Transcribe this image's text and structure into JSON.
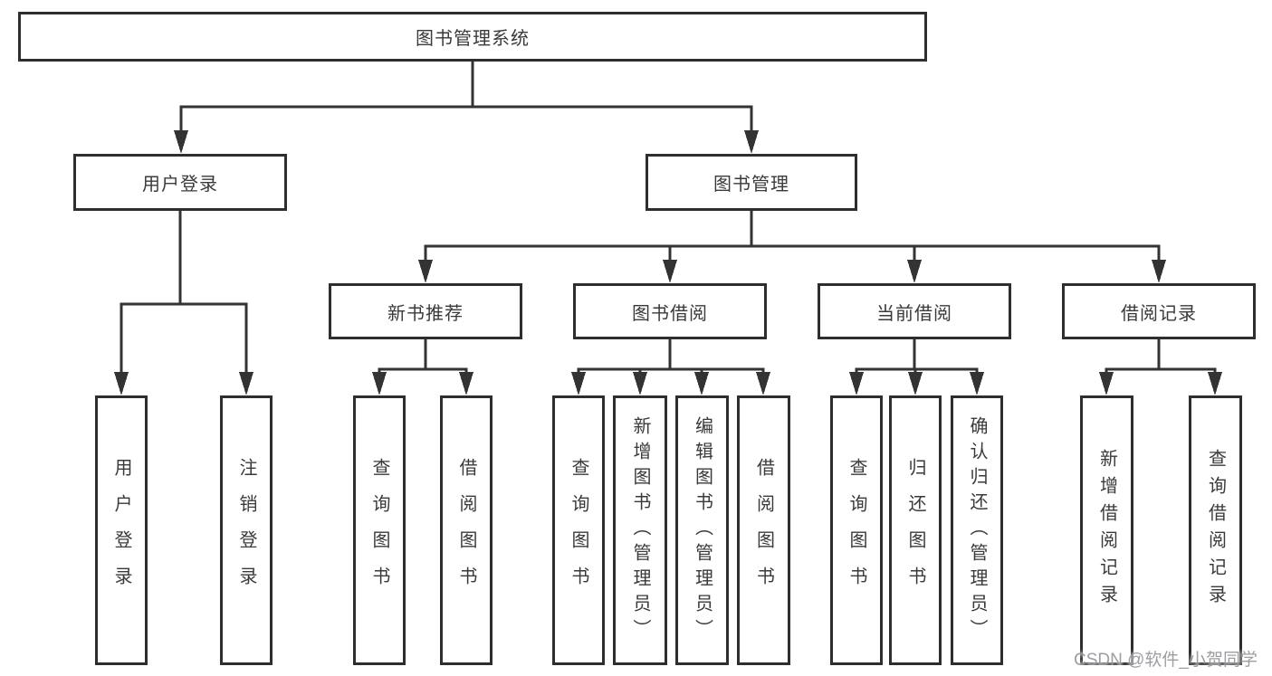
{
  "title": "图书管理系统",
  "watermark": "CSDN @软件_小贺同学",
  "nodes": {
    "root": "图书管理系统",
    "user_login": "用户登录",
    "book_management": "图书管理",
    "new_book_recommendation": "新书推荐",
    "book_borrowing": "图书借阅",
    "current_borrowing": "当前借阅",
    "borrowing_records": "借阅记录",
    "user_login_leaf": "用户登录",
    "logout_leaf": "注销登录",
    "query_books_recommend": "查询图书",
    "borrow_books_recommend": "借阅图书",
    "query_books_borrowing": "查询图书",
    "add_books_admin": "新增图书（管理员）",
    "edit_books_admin": "编辑图书（管理员）",
    "borrow_books_borrowing": "借阅图书",
    "query_books_current": "查询图书",
    "return_books": "归还图书",
    "confirm_return_admin": "确认归还（管理员）",
    "add_borrowing_record": "新增借阅记录",
    "query_borrowing_record": "查询借阅记录"
  },
  "hierarchy": {
    "图书管理系统": {
      "用户登录": [
        "用户登录",
        "注销登录"
      ],
      "图书管理": {
        "新书推荐": [
          "查询图书",
          "借阅图书"
        ],
        "图书借阅": [
          "查询图书",
          "新增图书（管理员）",
          "编辑图书（管理员）",
          "借阅图书"
        ],
        "当前借阅": [
          "查询图书",
          "归还图书",
          "确认归还（管理员）"
        ],
        "借阅记录": [
          "新增借阅记录",
          "查询借阅记录"
        ]
      }
    }
  },
  "colors": {
    "line": "#333333",
    "border": "#2e2e2e",
    "text": "#3a3a3a",
    "background": "#ffffff",
    "watermark": "#969999"
  }
}
